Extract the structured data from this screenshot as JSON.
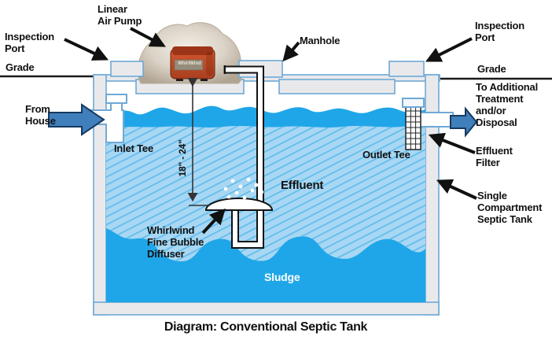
{
  "diagram": {
    "caption": "Diagram: Conventional Septic Tank",
    "labels": {
      "linear_air_pump": "Linear\nAir Pump",
      "inspection_port_left": "Inspection\nPort",
      "manhole": "Manhole",
      "inspection_port_right": "Inspection\nPort",
      "grade_left": "Grade",
      "grade_right": "Grade",
      "from_house": "From\nHouse",
      "inlet_tee": "Inlet Tee",
      "depth_range": "18\" - 24\"",
      "effluent": "Effluent",
      "outlet_tee": "Outlet Tee",
      "to_additional": "To Additional\nTreatment\nand/or\nDisposal",
      "effluent_filter": "Effluent\nFilter",
      "single_compartment": "Single\nCompartment\nSeptic Tank",
      "whirlwind_diffuser": "Whirlwind\nFine Bubble\nDiffuser",
      "sludge": "Sludge",
      "pump_brand": "WhirlWind"
    },
    "colors": {
      "water_dark": "#1fa6e8",
      "water_light": "#a8d7f3",
      "hatch": "#5fbcec",
      "tank_fill": "#e9e9ec",
      "tank_stroke": "#6ea9d6",
      "flow_arrow": "#3f7fbc",
      "pump_body": "#c04b28",
      "rock": "#d8d2c6"
    }
  }
}
